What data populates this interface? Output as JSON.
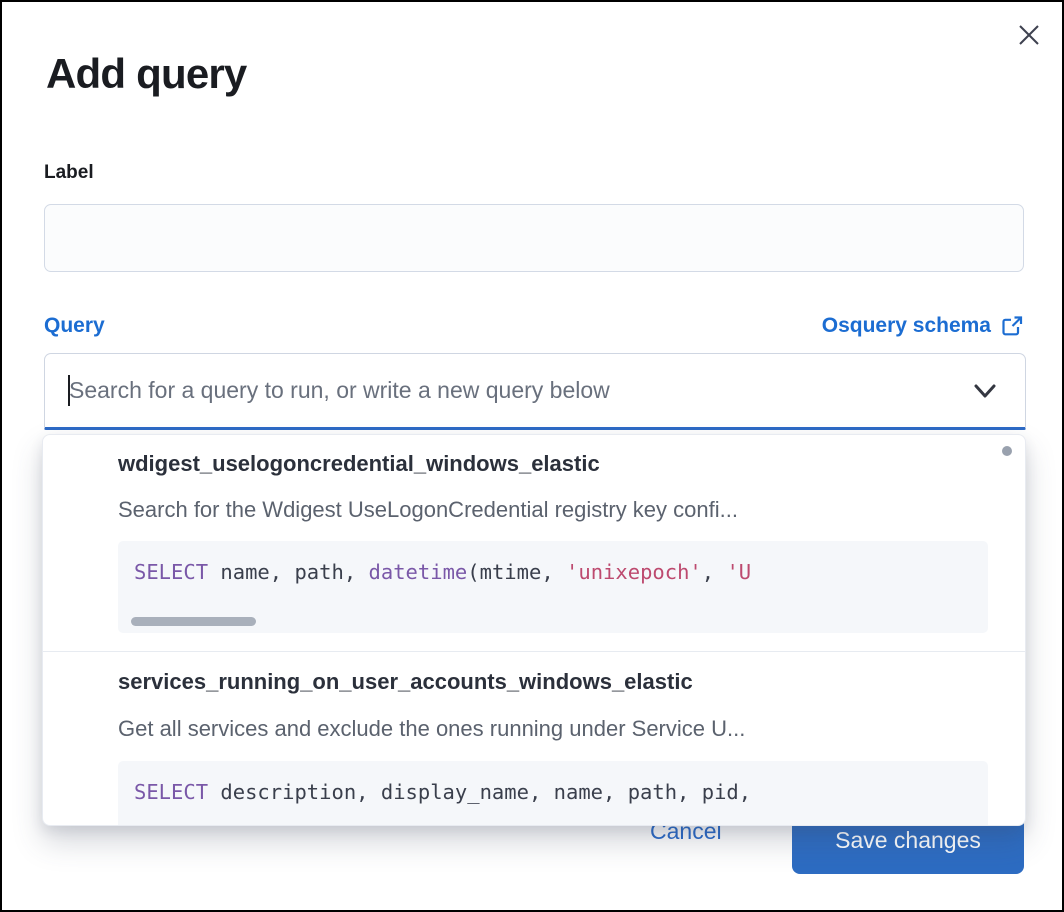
{
  "modal": {
    "title": "Add query",
    "label_field": {
      "label": "Label",
      "value": "",
      "placeholder": ""
    },
    "query_field": {
      "label": "Query",
      "schema_link_label": "Osquery schema",
      "value": "",
      "placeholder": "Search for a query to run, or write a new query below"
    },
    "dropdown": {
      "options": [
        {
          "title": "wdigest_uselogoncredential_windows_elastic",
          "description": "Search for the Wdigest UseLogonCredential registry key confi...",
          "code": [
            {
              "text": "SELECT",
              "type": "keyword"
            },
            {
              "text": " name, path, ",
              "type": "plain"
            },
            {
              "text": "datetime",
              "type": "function"
            },
            {
              "text": "(mtime, ",
              "type": "plain"
            },
            {
              "text": "'unixepoch'",
              "type": "string"
            },
            {
              "text": ", ",
              "type": "plain"
            },
            {
              "text": "'U",
              "type": "string"
            }
          ]
        },
        {
          "title": "services_running_on_user_accounts_windows_elastic",
          "description": "Get all services and exclude the ones running under Service U...",
          "code": [
            {
              "text": "SELECT",
              "type": "keyword"
            },
            {
              "text": " description, display_name, name, path, pid,",
              "type": "plain"
            }
          ]
        }
      ]
    },
    "footer": {
      "cancel_label": "Cancel",
      "save_label": "Save changes"
    },
    "icons": {
      "close": "close-icon",
      "external_link": "external-link-icon",
      "chevron_down": "chevron-down-icon"
    },
    "colors": {
      "primary_blue": "#1c6dd2",
      "save_button_fill": "#2d6cc2",
      "focus_underline": "#2d6ac6",
      "code_keyword": "#7a58a8",
      "code_string": "#bd4a6f",
      "code_plain": "#3a3f4c",
      "code_background": "#f5f7fa",
      "title_text": "#1a1c21",
      "description_text": "#5b626e",
      "placeholder_text": "#69707d"
    }
  }
}
